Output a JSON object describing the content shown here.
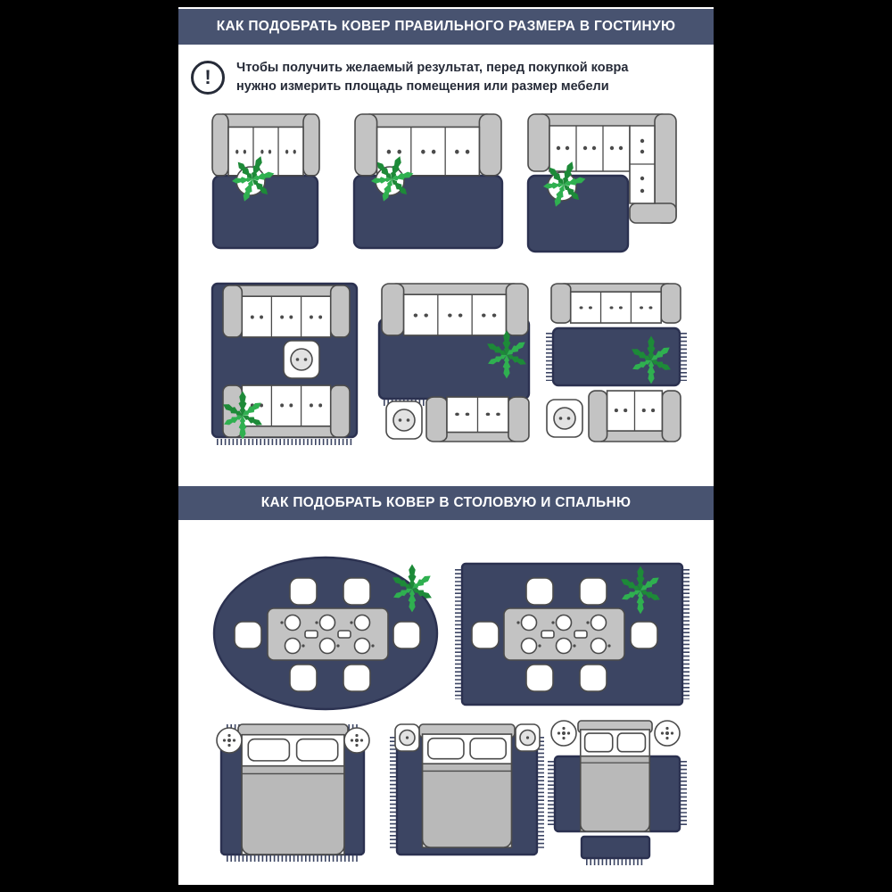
{
  "page": {
    "background": "#000000",
    "panel_background": "#ffffff"
  },
  "colors": {
    "header_background": "#485370",
    "header_text": "#ffffff",
    "rug_navy": "#3c4563",
    "rug_border": "#2b3150",
    "furniture_gray": "#c3c3c3",
    "furniture_outline": "#4b4b4b",
    "plant_green_dark": "#1d8a38",
    "plant_green_light": "#2fb050",
    "note_text_color": "#262b38"
  },
  "section_living_room": {
    "header": "КАК ПОДОБРАТЬ КОВЕР ПРАВИЛЬНОГО РАЗМЕРА В ГОСТИНУЮ",
    "note": {
      "icon": "exclamation-icon",
      "glyph": "!",
      "line1": "Чтобы получить желаемый результат, перед покупкой ковра",
      "line2": "нужно измерить площадь помещения или размер мебели"
    }
  },
  "section_dining_bedroom": {
    "header": "КАК ПОДОБРАТЬ КОВЕР В СТОЛОВУЮ И СПАЛЬНЮ"
  },
  "diagrams": {
    "living_room": [
      "sofa-with-narrow-rug",
      "sofa-with-equal-width-rug",
      "corner-sofa-with-rug",
      "two-sofas-on-large-rug",
      "two-sofas-medium-rug",
      "two-sofas-small-rug"
    ],
    "dining": [
      "oval-rug-dining-table",
      "rect-rug-dining-table"
    ],
    "bedroom": [
      "bed-on-full-rug",
      "bed-on-wide-rug",
      "bed-partial-rug-and-runner"
    ]
  }
}
